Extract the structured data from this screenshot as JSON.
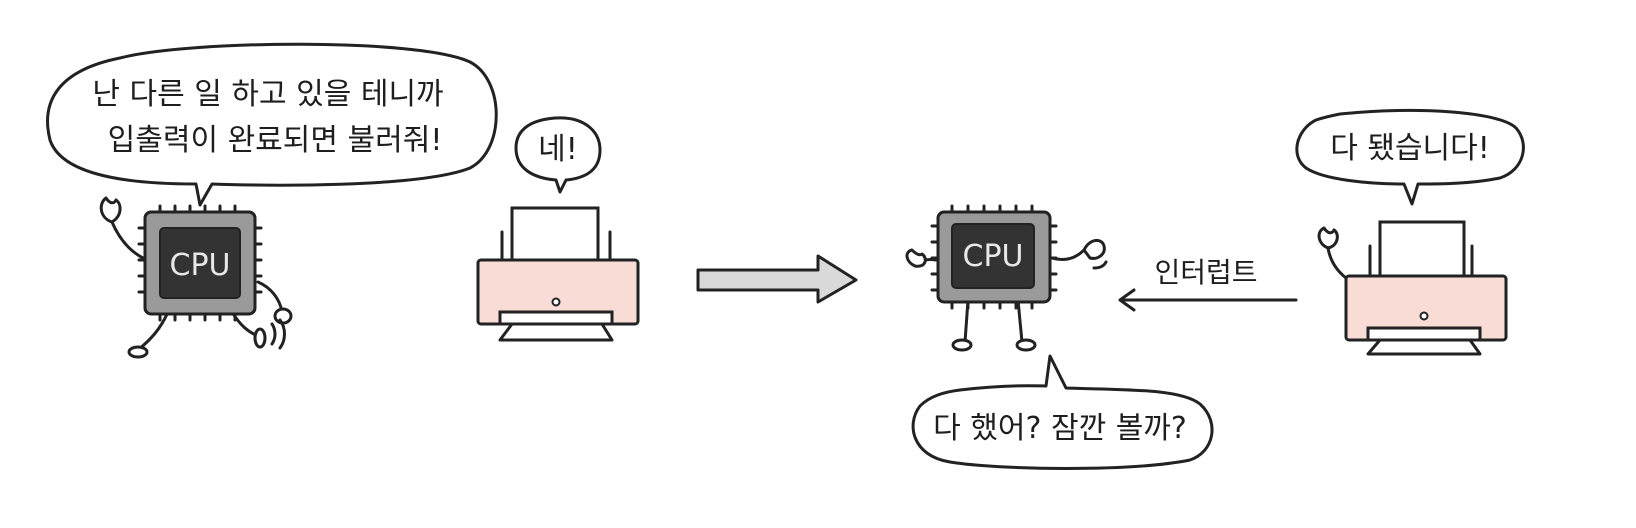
{
  "scene_left": {
    "cpu_bubble": {
      "line1": "난 다른 일 하고 있을 테니까",
      "line2": "입출력이 완료되면 불러줘!"
    },
    "cpu_label": "CPU",
    "printer_bubble": "네!"
  },
  "scene_right": {
    "cpu_label": "CPU",
    "cpu_bubble": "다 했어? 잠깐 볼까?",
    "printer_bubble": "다 됐습니다!",
    "interrupt_label": "인터럽트"
  },
  "colors": {
    "printer_body": "#f9dcd6",
    "chip_outer": "#9a9a9a",
    "chip_inner": "#333333",
    "arrow_fill": "#d9d9d9"
  }
}
